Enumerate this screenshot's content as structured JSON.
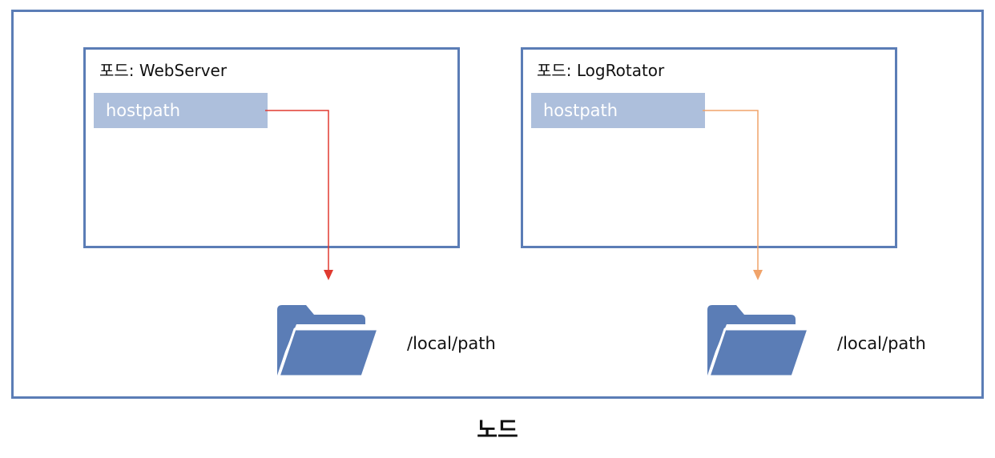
{
  "node": {
    "label": "노드"
  },
  "pods": [
    {
      "title": "포드: WebServer",
      "volume_label": "hostpath",
      "arrow_color": "#e03a30"
    },
    {
      "title": "포드: LogRotator",
      "volume_label": "hostpath",
      "arrow_color": "#f0a36a"
    }
  ],
  "host_dirs": [
    {
      "icon": "folder-icon",
      "path": "/local/path"
    },
    {
      "icon": "folder-icon",
      "path": "/local/path"
    }
  ],
  "colors": {
    "border": "#5b7db6",
    "hostpath_fill": "#adbfdc",
    "folder": "#5b7db6"
  }
}
